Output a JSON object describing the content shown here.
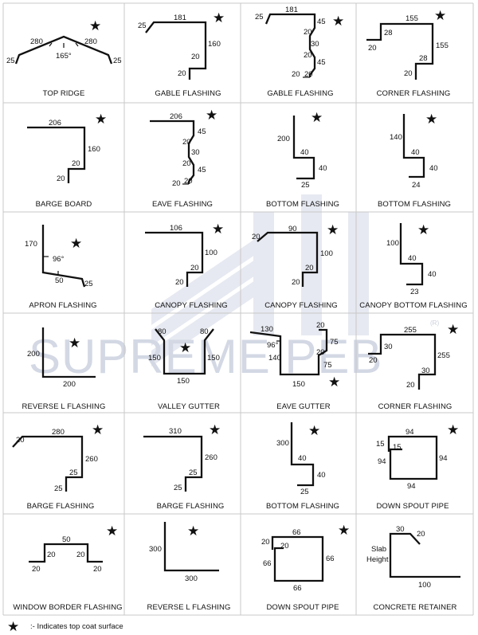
{
  "watermark": {
    "brand": "SUPREME PEB",
    "mark": "(R)"
  },
  "star_symbol": "★",
  "legend": {
    "symbol": "★",
    "text": ":- Indicates top coat surface"
  },
  "profiles": [
    {
      "caption": "TOP RIDGE",
      "dims": [
        "280",
        "280",
        "165°",
        "25",
        "25"
      ]
    },
    {
      "caption": "GABLE FLASHING",
      "dims": [
        "181",
        "25",
        "160",
        "20",
        "20"
      ]
    },
    {
      "caption": "GABLE FLASHING",
      "dims": [
        "181",
        "25",
        "45",
        "20",
        "30",
        "20",
        "45",
        "20",
        "20"
      ]
    },
    {
      "caption": "CORNER FLASHING",
      "dims": [
        "155",
        "28",
        "155",
        "20",
        "28",
        "20"
      ]
    },
    {
      "caption": "BARGE BOARD",
      "dims": [
        "206",
        "160",
        "20",
        "20"
      ]
    },
    {
      "caption": "EAVE FLASHING",
      "dims": [
        "206",
        "45",
        "20",
        "30",
        "20",
        "45",
        "20",
        "20"
      ]
    },
    {
      "caption": "BOTTOM FLASHING",
      "dims": [
        "200",
        "40",
        "40",
        "25"
      ]
    },
    {
      "caption": "BOTTOM FLASHING",
      "dims": [
        "140",
        "40",
        "40",
        "24"
      ]
    },
    {
      "caption": "APRON FLASHING",
      "dims": [
        "170",
        "96°",
        "50",
        "25"
      ]
    },
    {
      "caption": "CANOPY FLASHING",
      "dims": [
        "106",
        "100",
        "20",
        "20"
      ]
    },
    {
      "caption": "CANOPY FLASHING",
      "dims": [
        "20",
        "90",
        "100",
        "20",
        "20"
      ]
    },
    {
      "caption": "CANOPY BOTTOM FLASHING",
      "dims": [
        "100",
        "40",
        "40",
        "23"
      ]
    },
    {
      "caption": "REVERSE L FLASHING",
      "dims": [
        "200",
        "200"
      ]
    },
    {
      "caption": "VALLEY GUTTER",
      "dims": [
        "80",
        "80",
        "150",
        "150",
        "150"
      ]
    },
    {
      "caption": "EAVE GUTTER",
      "dims": [
        "130",
        "96°",
        "140",
        "20",
        "75",
        "20",
        "75",
        "150"
      ]
    },
    {
      "caption": "CORNER FLASHING",
      "dims": [
        "255",
        "30",
        "20",
        "255",
        "30",
        "20"
      ]
    },
    {
      "caption": "BARGE FLASHING",
      "dims": [
        "280",
        "20",
        "260",
        "25",
        "25"
      ]
    },
    {
      "caption": "BARGE FLASHING",
      "dims": [
        "310",
        "260",
        "25",
        "25"
      ]
    },
    {
      "caption": "BOTTOM FLASHING",
      "dims": [
        "300",
        "40",
        "40",
        "25"
      ]
    },
    {
      "caption": "DOWN SPOUT PIPE",
      "dims": [
        "94",
        "15",
        "15",
        "94",
        "94",
        "94"
      ]
    },
    {
      "caption": "WINDOW BORDER FLASHING",
      "dims": [
        "50",
        "20",
        "20",
        "20",
        "20"
      ]
    },
    {
      "caption": "REVERSE L FLASHING",
      "dims": [
        "300",
        "300"
      ]
    },
    {
      "caption": "DOWN SPOUT PIPE",
      "dims": [
        "66",
        "20",
        "20",
        "66",
        "66",
        "66"
      ]
    },
    {
      "caption": "CONCRETE RETAINER",
      "dims": [
        "30",
        "20",
        "Slab",
        "Height",
        "100"
      ]
    }
  ]
}
